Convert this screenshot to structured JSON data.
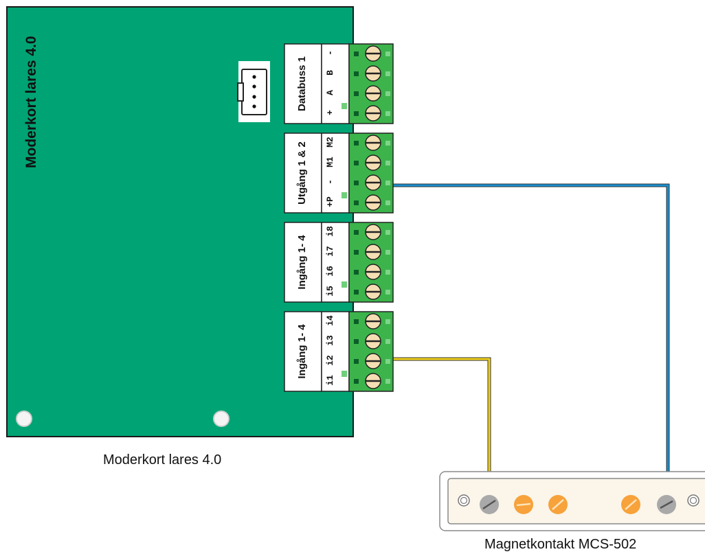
{
  "board": {
    "title": "Moderkort lares 4.0",
    "caption": "Moderkort lares 4.0",
    "color": "#00a474"
  },
  "connectors": [
    {
      "label": "Databuss 1",
      "pins": [
        "+",
        "A",
        "B",
        "-"
      ]
    },
    {
      "label": "Utgång 1 & 2",
      "pins": [
        "+P",
        "-",
        "M1",
        "M2"
      ]
    },
    {
      "label": "Ingång 1- 4",
      "pins": [
        "i5",
        "i6",
        "i7",
        "i8"
      ]
    },
    {
      "label": "Ingång 1- 4",
      "pins": [
        "i1",
        "i2",
        "i3",
        "i4"
      ]
    }
  ],
  "sensor": {
    "caption": "Magnetkontakt MCS-502",
    "terminal_colors": [
      "#a9a9a9",
      "#f7a23a",
      "#f7a23a",
      "#f7a23a",
      "#a9a9a9"
    ]
  },
  "wires": [
    {
      "name": "blue-wire",
      "color": "#1a8fcf",
      "from": "Utgång 1 & 2 / -",
      "to": "Magnetkontakt terminal 5"
    },
    {
      "name": "yellow-wire",
      "color": "#f2d11a",
      "from": "Ingång 1- 4 / i2",
      "to": "Magnetkontakt terminal 1"
    }
  ],
  "colors": {
    "connector_green": "#3cb44b",
    "terminal_face": "#f5deb3",
    "sensor_body": "#fbf5ea"
  }
}
